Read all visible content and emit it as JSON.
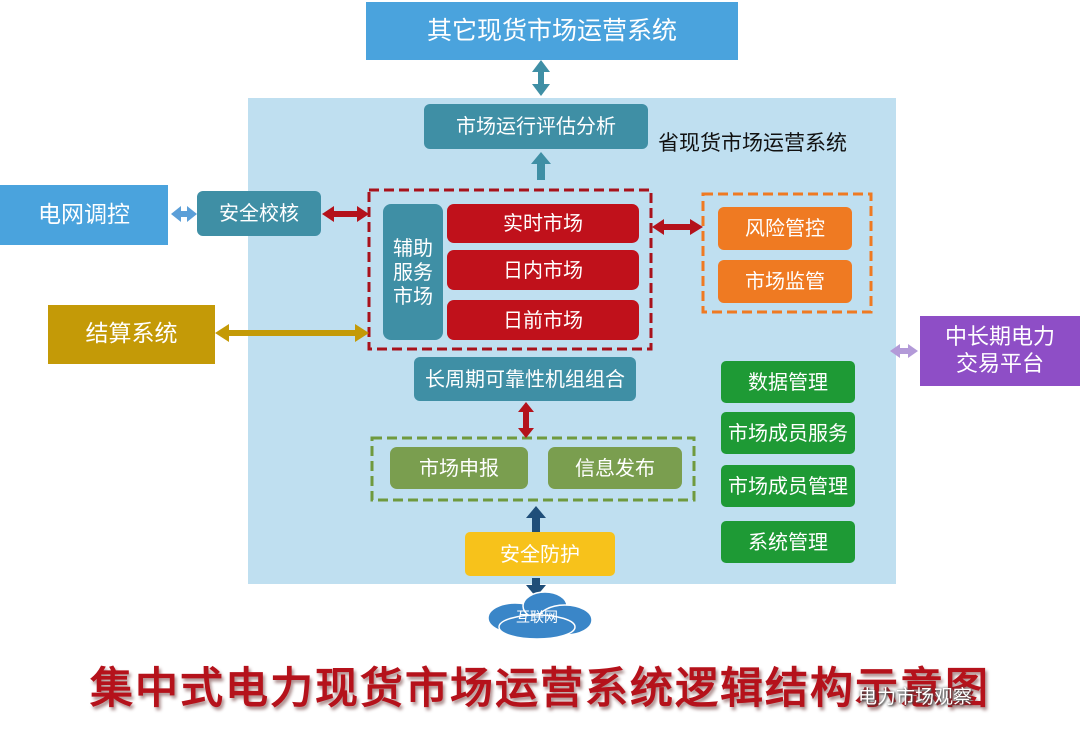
{
  "title": "集中式电力现货市场运营系统逻辑结构示意图",
  "watermark": "电力市场观察",
  "nodes": {
    "other_spot": "其它现货市场运营系统",
    "market_eval": "市场运行评估分析",
    "province_system": "省现货市场运营系统",
    "grid_dispatch": "电网调控",
    "security_check": "安全校核",
    "ancillary_line1": "辅助",
    "ancillary_line2": "服务",
    "ancillary_line3": "市场",
    "realtime_market": "实时市场",
    "intraday_market": "日内市场",
    "dayahead_market": "日前市场",
    "risk_control": "风险管控",
    "market_supervision": "市场监管",
    "settlement": "结算系统",
    "mid_long_line1": "中长期电力",
    "mid_long_line2": "交易平台",
    "long_cycle_unit": "长周期可靠性机组组合",
    "market_bidding": "市场申报",
    "info_release": "信息发布",
    "data_mgmt": "数据管理",
    "member_service": "市场成员服务",
    "member_mgmt": "市场成员管理",
    "system_mgmt": "系统管理",
    "security_protection": "安全防护",
    "internet": "互联网"
  },
  "colors": {
    "panel": "#bfdff0",
    "sky_blue": "#4aa3dd",
    "teal": "#3f8fa5",
    "red": "#c0111b",
    "orange": "#ef7a22",
    "olive_gold": "#c49a07",
    "purple": "#8e4ec6",
    "green": "#1e9a35",
    "olive_green": "#7a9e4f",
    "yellow": "#f7c21b",
    "title_red": "#b5121b"
  }
}
